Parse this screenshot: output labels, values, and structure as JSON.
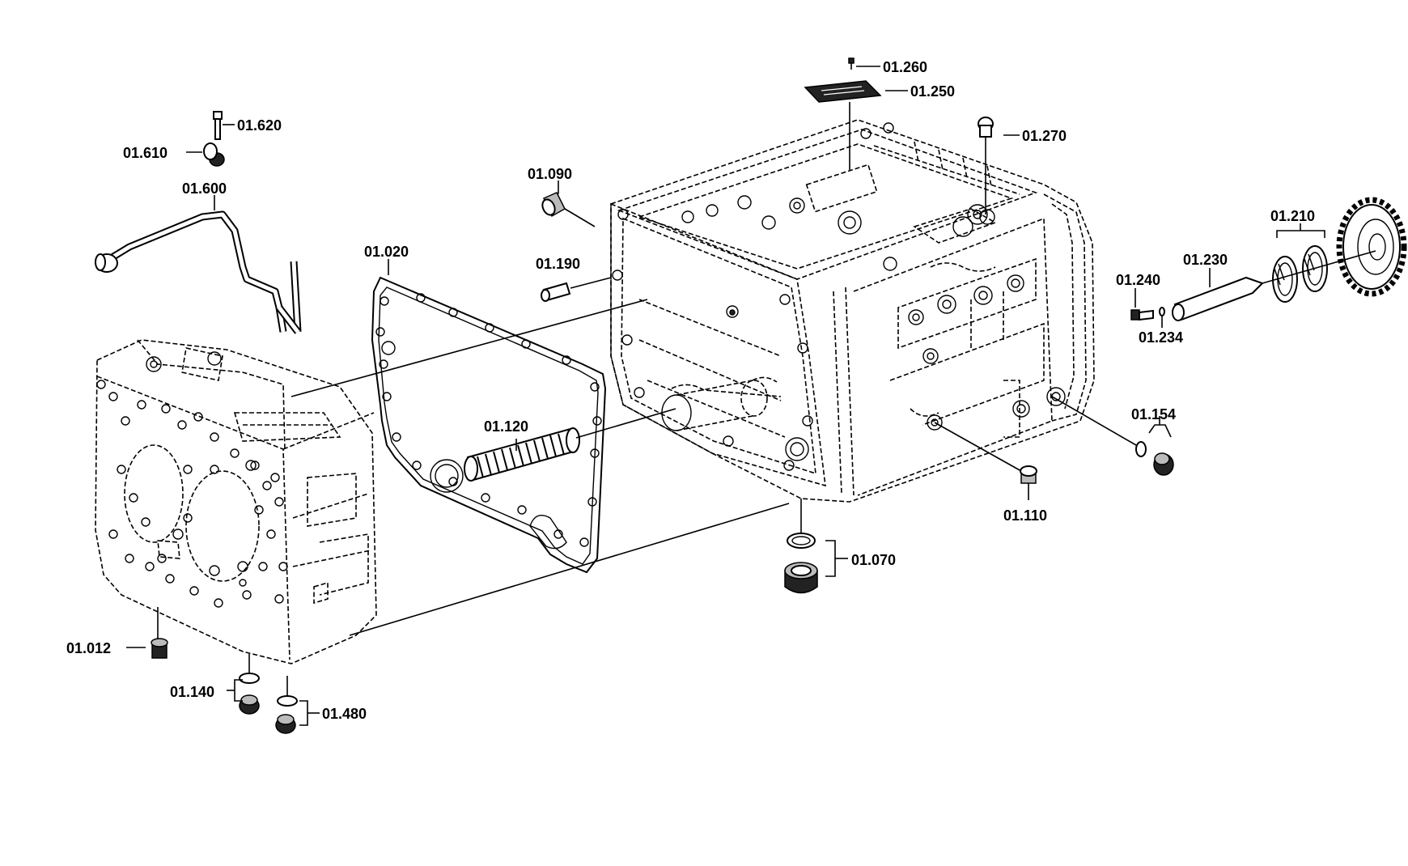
{
  "parts": [
    {
      "id": "p01_260",
      "label": "01.260"
    },
    {
      "id": "p01_250",
      "label": "01.250"
    },
    {
      "id": "p01_270",
      "label": "01.270"
    },
    {
      "id": "p01_620",
      "label": "01.620"
    },
    {
      "id": "p01_610",
      "label": "01.610"
    },
    {
      "id": "p01_600",
      "label": "01.600"
    },
    {
      "id": "p01_090",
      "label": "01.090"
    },
    {
      "id": "p01_190",
      "label": "01.190"
    },
    {
      "id": "p01_020",
      "label": "01.020"
    },
    {
      "id": "p01_120",
      "label": "01.120"
    },
    {
      "id": "p01_210",
      "label": "01.210"
    },
    {
      "id": "p01_230",
      "label": "01.230"
    },
    {
      "id": "p01_240",
      "label": "01.240"
    },
    {
      "id": "p01_234",
      "label": "01.234"
    },
    {
      "id": "p01_154",
      "label": "01.154"
    },
    {
      "id": "p01_110",
      "label": "01.110"
    },
    {
      "id": "p01_070",
      "label": "01.070"
    },
    {
      "id": "p01_012",
      "label": "01.012"
    },
    {
      "id": "p01_140",
      "label": "01.140"
    },
    {
      "id": "p01_480",
      "label": "01.480"
    }
  ]
}
